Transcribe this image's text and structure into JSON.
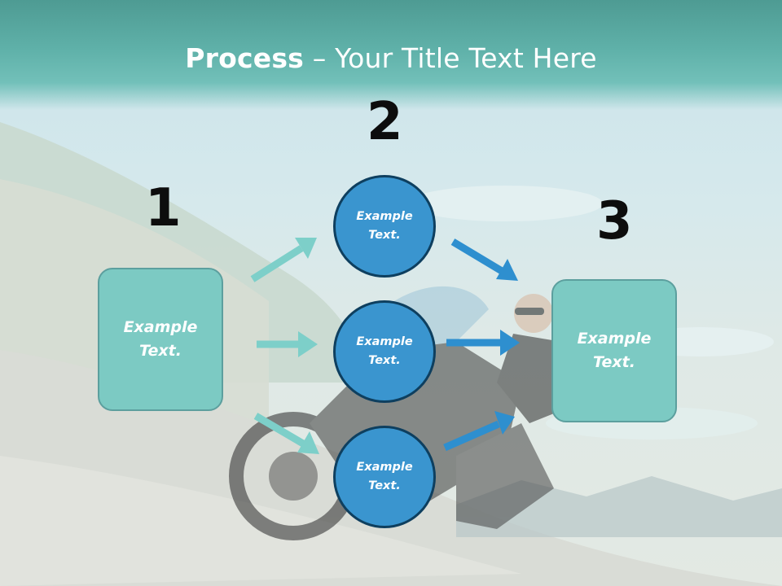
{
  "title": {
    "bold": "Process",
    "rest": " – Your Title Text Here"
  },
  "steps": [
    {
      "number": "1"
    },
    {
      "number": "2"
    },
    {
      "number": "3"
    }
  ],
  "left_box": {
    "text": "Example\nText."
  },
  "right_box": {
    "text": "Example\nText."
  },
  "circles": [
    {
      "text": "Example\nText."
    },
    {
      "text": "Example\nText."
    },
    {
      "text": "Example\nText."
    }
  ],
  "colors": {
    "header_teal": "#5fb1a9",
    "box_fill": "#7ccac3",
    "circle_fill": "#3a95cf",
    "arrow_left": "#7dcfc9",
    "arrow_right": "#2e8fcf"
  }
}
